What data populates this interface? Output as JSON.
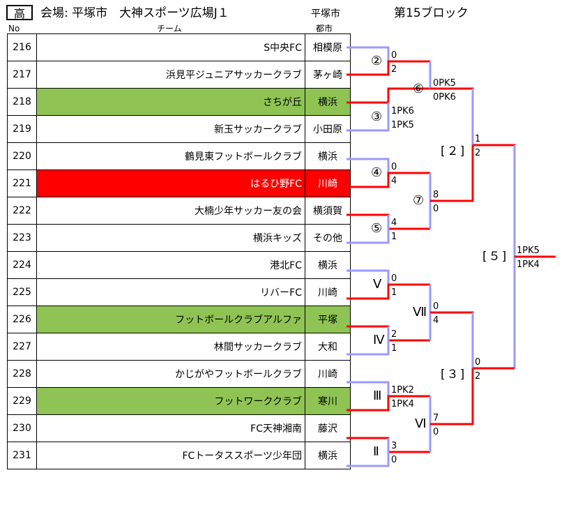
{
  "header": {
    "category": "高",
    "venue": "会場: 平塚市　大神スポーツ広場J１",
    "city": "平塚市",
    "block": "第15ブロック"
  },
  "columns": {
    "no": "No",
    "team": "チーム",
    "city": "都市"
  },
  "rows": [
    {
      "no": "216",
      "team": "S中央FC",
      "city": "相模原"
    },
    {
      "no": "217",
      "team": "浜見平ジュニアサッカークラブ",
      "city": "茅ヶ崎"
    },
    {
      "no": "218",
      "team": "さちが丘",
      "city": "横浜"
    },
    {
      "no": "219",
      "team": "新玉サッカークラブ",
      "city": "小田原"
    },
    {
      "no": "220",
      "team": "鶴見東フットボールクラブ",
      "city": "横浜"
    },
    {
      "no": "221",
      "team": "はるひ野FC",
      "city": "川崎"
    },
    {
      "no": "222",
      "team": "大楠少年サッカー友の会",
      "city": "横須賀"
    },
    {
      "no": "223",
      "team": "横浜キッズ",
      "city": "その他"
    },
    {
      "no": "224",
      "team": "港北FC",
      "city": "横浜"
    },
    {
      "no": "225",
      "team": "リバーFC",
      "city": "川崎"
    },
    {
      "no": "226",
      "team": "フットボールクラブアルファ",
      "city": "平塚"
    },
    {
      "no": "227",
      "team": "林間サッカークラブ",
      "city": "大和"
    },
    {
      "no": "228",
      "team": "かじがやフットボールクラブ",
      "city": "川崎"
    },
    {
      "no": "229",
      "team": "フットワーククラブ",
      "city": "寒川"
    },
    {
      "no": "230",
      "team": "FC天神湘南",
      "city": "藤沢"
    },
    {
      "no": "231",
      "team": "FCトータススポーツ少年団",
      "city": "横浜"
    }
  ],
  "highlight": {
    "green_rows": [
      2,
      10,
      13
    ],
    "red_rows": [
      5
    ],
    "green": "#8fc454",
    "red": "#ff0000",
    "winline": "#ff0000",
    "loseline": "#9999ff"
  },
  "bracket": {
    "matches": {
      "m2": "②",
      "m3": "③",
      "m4": "④",
      "m5": "⑤",
      "m6": "⑥",
      "m7": "⑦",
      "r2": "[２]",
      "r3": "[３]",
      "r5": "[５]",
      "V": "Ⅴ",
      "IV": "Ⅳ",
      "III": "Ⅲ",
      "II": "Ⅱ",
      "VII": "Ⅶ",
      "VI": "Ⅵ"
    },
    "scores": {
      "m2a": "0",
      "m2b": "2",
      "m3a": "1PK6",
      "m3b": "1PK5",
      "m6a": "0PK5",
      "m6b": "0PK6",
      "m4a": "0",
      "m4b": "4",
      "m5a": "4",
      "m5b": "1",
      "m7a": "8",
      "m7b": "0",
      "r2a": "1",
      "r2b": "2",
      "r5a": "1PK5",
      "r5b": "1PK4",
      "Va": "0",
      "Vb": "1",
      "IVa": "2",
      "IVb": "1",
      "VIIa": "0",
      "VIIb": "4",
      "IIIa": "1PK2",
      "IIIb": "1PK4",
      "IIa": "3",
      "IIb": "0",
      "VIa": "7",
      "VIb": "0",
      "r3a": "0",
      "r3b": "2"
    }
  }
}
